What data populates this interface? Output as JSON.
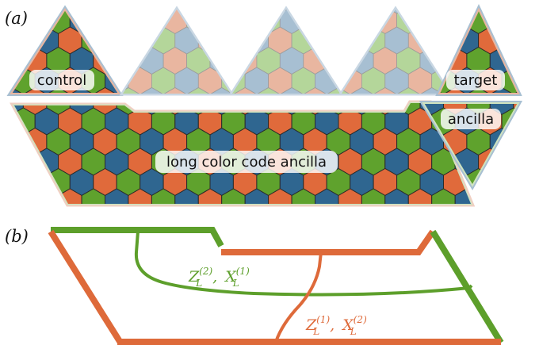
{
  "panel_a": {
    "label": "(a)",
    "patch_labels": {
      "control": "control",
      "target": "target",
      "ancilla": "ancilla",
      "long": "long color code ancilla"
    }
  },
  "panel_b": {
    "label": "(b)",
    "green_operator": "Z_L^{(2)}, X_L^{(1)}",
    "orange_operator": "Z_L^{(1)}, X_L^{(2)}"
  },
  "colors": {
    "red": "#e06a3b",
    "green": "#5fa22d",
    "blue": "#2f6690",
    "faded_red": "#e9b6a0",
    "faded_green": "#b4d69a",
    "faded_blue": "#a7bfd2",
    "outline_orange": "#de6a3a",
    "outline_green": "#5d9f2b"
  }
}
